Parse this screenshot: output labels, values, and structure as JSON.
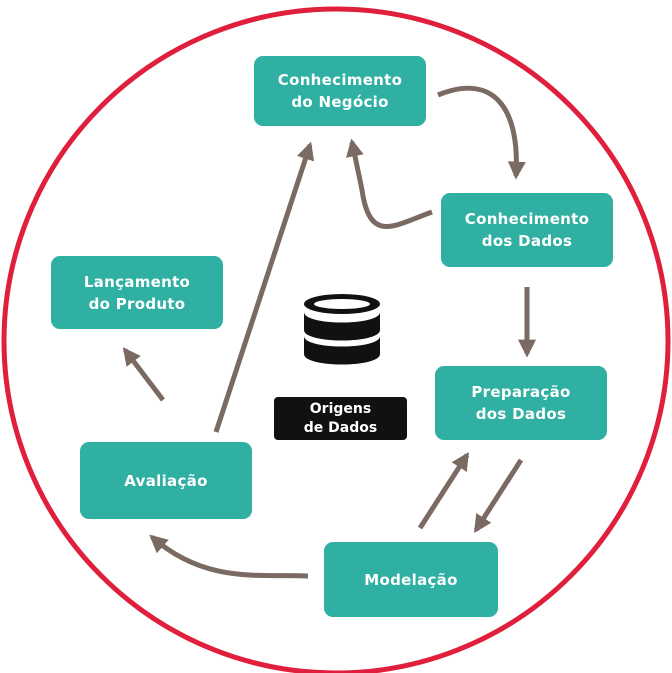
{
  "colors": {
    "teal": "#2FB0A3",
    "arrow": "#7A6A62",
    "circle": "#E01F3D",
    "database": "#111111"
  },
  "nodes": {
    "business": "Conhecimento\ndo Negócio",
    "data_understanding": "Conhecimento\ndos Dados",
    "data_preparation": "Preparação\ndos Dados",
    "modeling": "Modelação",
    "evaluation": "Avaliação",
    "deployment": "Lançamento\ndo Produto"
  },
  "center": {
    "icon": "database-icon",
    "label": "Origens\nde Dados"
  }
}
